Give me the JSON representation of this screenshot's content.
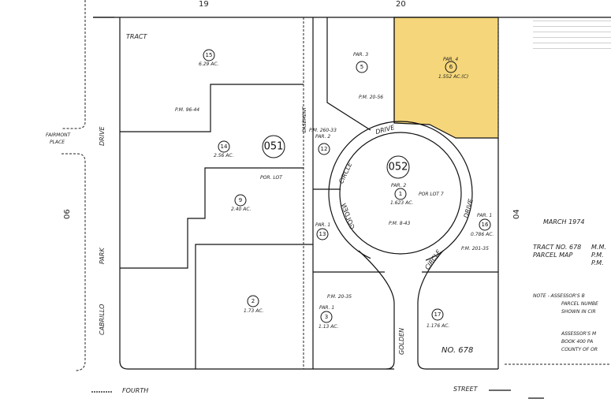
{
  "map": {
    "page_numbers": {
      "left": "19",
      "right": "20"
    },
    "book_pages": {
      "left": "06",
      "right": "04"
    },
    "streets": {
      "cabrillo": "CABRILLO",
      "park": "PARK",
      "drive_left": "DRIVE",
      "fairmont": "FAIRMONT",
      "place": "PLACE",
      "circle_top": "CIRCLE",
      "drive_top": "DRIVE",
      "golden_rev": "GOLDEN",
      "drive_right": "DRIVE",
      "circle_bottom": "CIRCLE",
      "golden_bottom": "GOLDEN",
      "fourth": "FOURTH",
      "street": "STREET",
      "easement": "EASEMENT"
    },
    "blocks": [
      "051",
      "052"
    ],
    "tract_label": "TRACT",
    "tract_no_label": "NO. 678",
    "parcels": [
      {
        "id": "15",
        "area": "6.29 AC."
      },
      {
        "id": "14",
        "area": "2.56 AC."
      },
      {
        "id": "9",
        "area": "2.40 AC.",
        "note": "POR. LOT"
      },
      {
        "id": "2",
        "area": "1.73 AC."
      },
      {
        "id": "5",
        "note": "PAR. 3"
      },
      {
        "id": "6",
        "note": "PAR. 4",
        "area": "1.552 AC.(C)",
        "highlighted": true
      },
      {
        "id": "12",
        "note": "PAR. 2"
      },
      {
        "id": "1",
        "note": "PAR. 2",
        "area": "1.623 AC.",
        "extra": "POR LOT 7"
      },
      {
        "id": "13",
        "note": "PAR. 1"
      },
      {
        "id": "16",
        "note": "PAR. 1",
        "area": "0.786 AC."
      },
      {
        "id": "3",
        "note": "PAR. 1",
        "area": "1.13 AC."
      },
      {
        "id": "17",
        "area": "1.176 AC."
      }
    ],
    "map_refs": [
      "P.M. 96-44",
      "P.M. 20-56",
      "P.M. 260-33",
      "P.M. 8-43",
      "P.M. 201-35",
      "P.M. 20-35"
    ],
    "highlight_color": "#f5d67a",
    "legend": {
      "date": "MARCH 1974",
      "tract": "TRACT NO. 678",
      "parcel_map": "PARCEL MAP",
      "abbr": [
        "M.M.",
        "P.M.",
        "P.M."
      ],
      "note": [
        "NOTE - ASSESSOR'S B",
        "PARCEL NUMBE",
        "SHOWN IN CIR"
      ],
      "assessor": [
        "ASSESSOR'S M",
        "BOOK 400 PA",
        "COUNTY OF OR"
      ]
    }
  }
}
